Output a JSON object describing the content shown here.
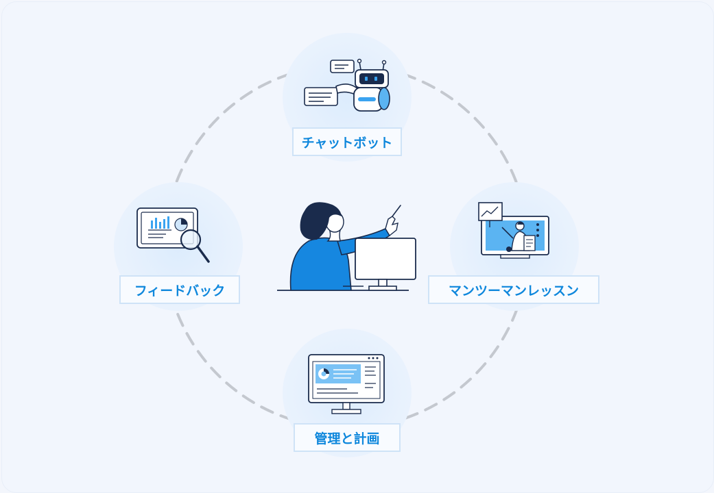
{
  "nodes": {
    "top": {
      "label": "チャットボット",
      "icon": "chatbot-robot-icon"
    },
    "left": {
      "label": "フィードバック",
      "icon": "feedback-tablet-magnifier-icon"
    },
    "right": {
      "label": "マンツーマンレッスン",
      "icon": "one-on-one-lesson-monitor-icon"
    },
    "bottom": {
      "label": "管理と計画",
      "icon": "management-dashboard-monitor-icon"
    }
  },
  "center": {
    "icon": "person-at-computer-pointing-icon"
  },
  "colors": {
    "accent": "#0e87dc",
    "navy": "#1a2b4c",
    "ring_dash": "#c4c8cf",
    "node_glow": "#dcecfd"
  }
}
